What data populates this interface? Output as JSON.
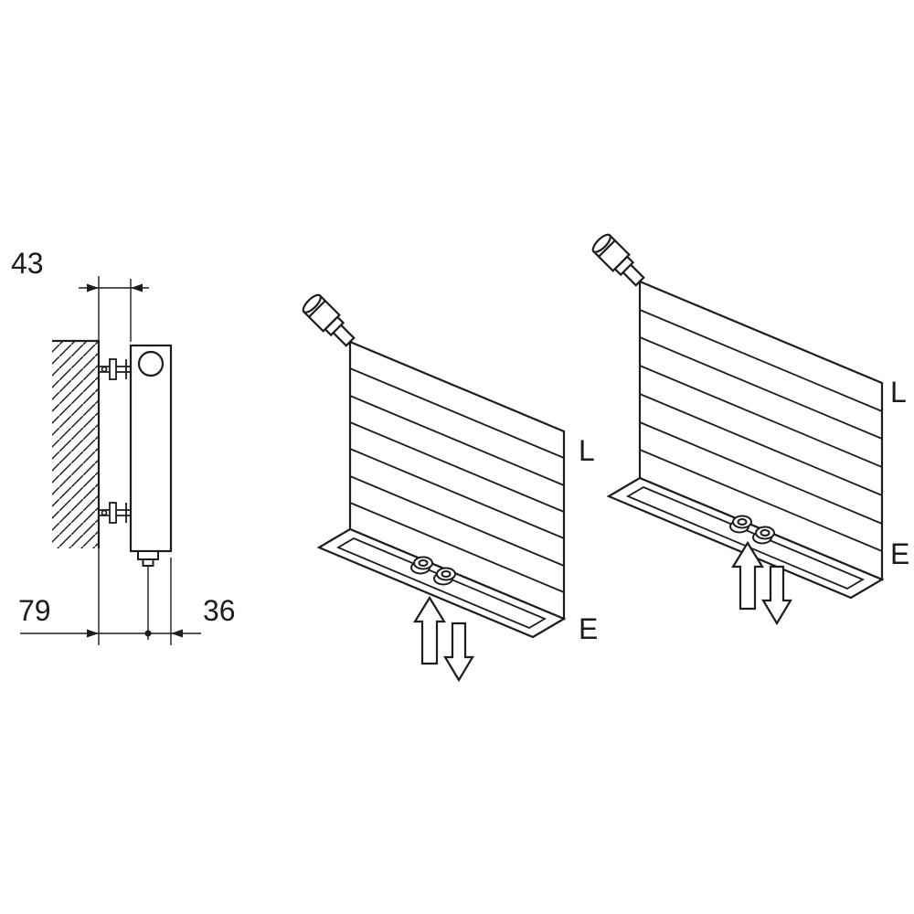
{
  "diagram": {
    "background": "#ffffff",
    "ink": "#1d1d1b",
    "side_view": {
      "dim_wall_clearance": "43",
      "dim_pipe_to_wall": "79",
      "dim_pipe_to_front": "36"
    },
    "radiator_center": {
      "label_top_right": "L",
      "label_bottom_right": "E"
    },
    "radiator_right": {
      "label_top_right": "L",
      "label_bottom_right": "E"
    },
    "icons": {
      "wall_section": "diagonal-hatch",
      "thermostatic_valve": "valve-cylinder",
      "flow_up_arrow": "outline-arrow-up",
      "flow_down_arrow": "outline-arrow-down",
      "dimension_arrow": "filled-triangle",
      "connection_point": "filled-dot"
    }
  }
}
